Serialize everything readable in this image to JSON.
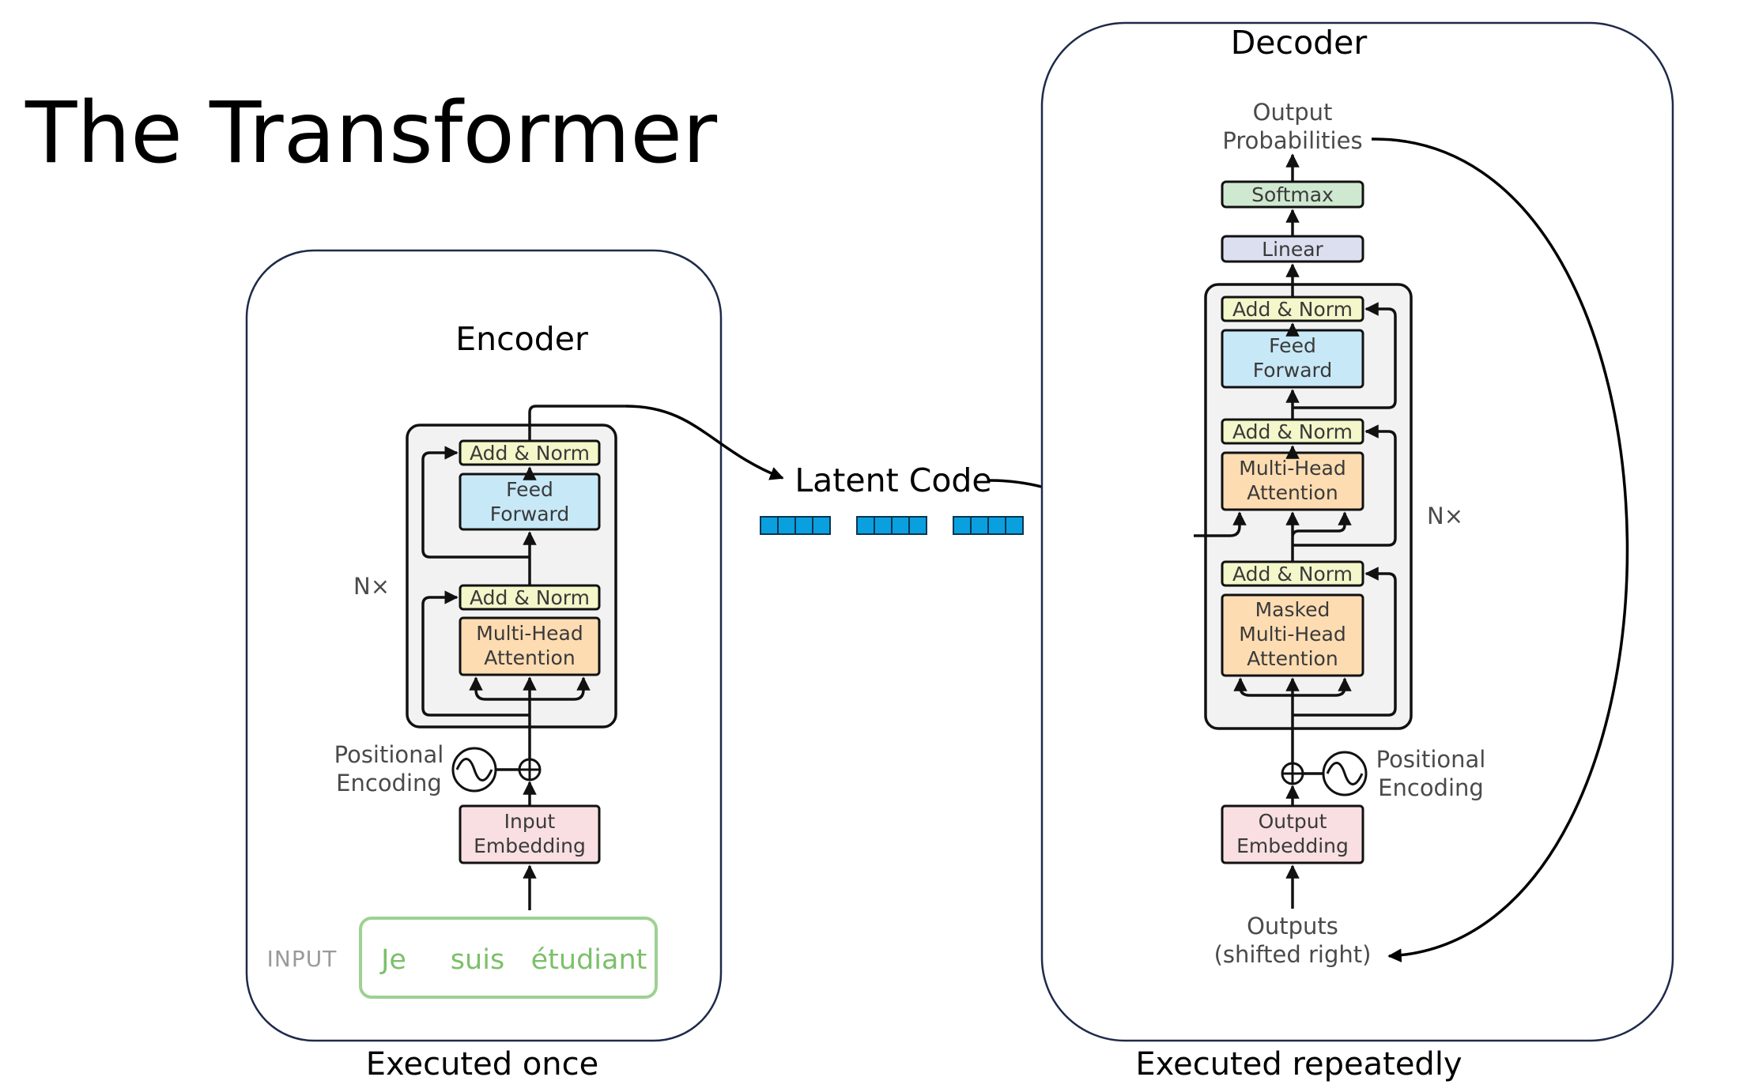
{
  "title": "The Transformer",
  "encoder": {
    "label": "Encoder",
    "caption": "Executed once",
    "nx_label": "N×",
    "blocks": {
      "add_norm_top": "Add & Norm",
      "feed_forward": [
        "Feed",
        "Forward"
      ],
      "add_norm_bottom": "Add & Norm",
      "attention": [
        "Multi-Head",
        "Attention"
      ],
      "embedding": [
        "Input",
        "Embedding"
      ]
    },
    "positional_encoding": [
      "Positional",
      "Encoding"
    ],
    "input": {
      "label": "INPUT",
      "tokens": [
        "Je",
        "suis",
        "étudiant"
      ]
    }
  },
  "latent": {
    "label": "Latent Code",
    "vector_count": 3,
    "cells_per_vector": 4,
    "color": "#0aa0e0"
  },
  "decoder": {
    "label": "Decoder",
    "caption": "Executed repeatedly",
    "nx_label": "N×",
    "output_probabilities": [
      "Output",
      "Probabilities"
    ],
    "blocks": {
      "softmax": "Softmax",
      "linear": "Linear",
      "add_norm_top": "Add & Norm",
      "feed_forward": [
        "Feed",
        "Forward"
      ],
      "add_norm_middle": "Add & Norm",
      "cross_attention": [
        "Multi-Head",
        "Attention"
      ],
      "add_norm_bottom": "Add & Norm",
      "masked_attention": [
        "Masked",
        "Multi-Head",
        "Attention"
      ],
      "embedding": [
        "Output",
        "Embedding"
      ]
    },
    "positional_encoding": [
      "Positional",
      "Encoding"
    ],
    "outputs": [
      "Outputs",
      "(shifted right)"
    ]
  },
  "colors": {
    "add_norm": "#f3f7c9",
    "feed_forward": "#c7e8f7",
    "attention": "#fddcb2",
    "embedding": "#f9dfe1",
    "softmax": "#cfe9d0",
    "linear": "#dcdff0",
    "stack_fill": "#f2f2f2",
    "panel_border": "#1e2a4a"
  }
}
